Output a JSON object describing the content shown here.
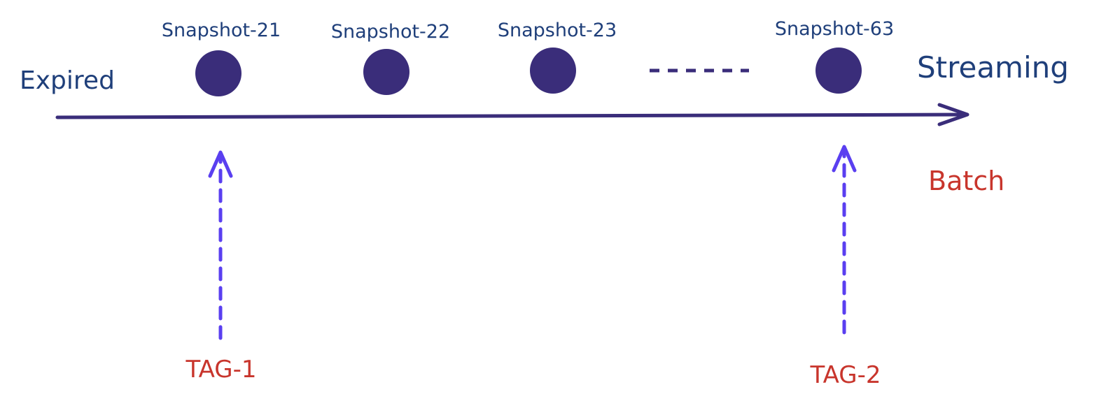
{
  "colors": {
    "timeline": "#3a2d7a",
    "snapshot_dot": "#3a2d7a",
    "dashed_arrow": "#5a3ff0",
    "blue_text": "#1f3f7a",
    "red_text": "#c8352c"
  },
  "labels": {
    "expired": "Expired",
    "streaming": "Streaming",
    "batch": "Batch"
  },
  "snapshots": [
    {
      "label": "Snapshot-21"
    },
    {
      "label": "Snapshot-22"
    },
    {
      "label": "Snapshot-23"
    },
    {
      "label": "Snapshot-63"
    }
  ],
  "tags": [
    {
      "label": "TAG-1",
      "points_to": "Snapshot-21"
    },
    {
      "label": "TAG-2",
      "points_to": "Snapshot-63"
    }
  ]
}
